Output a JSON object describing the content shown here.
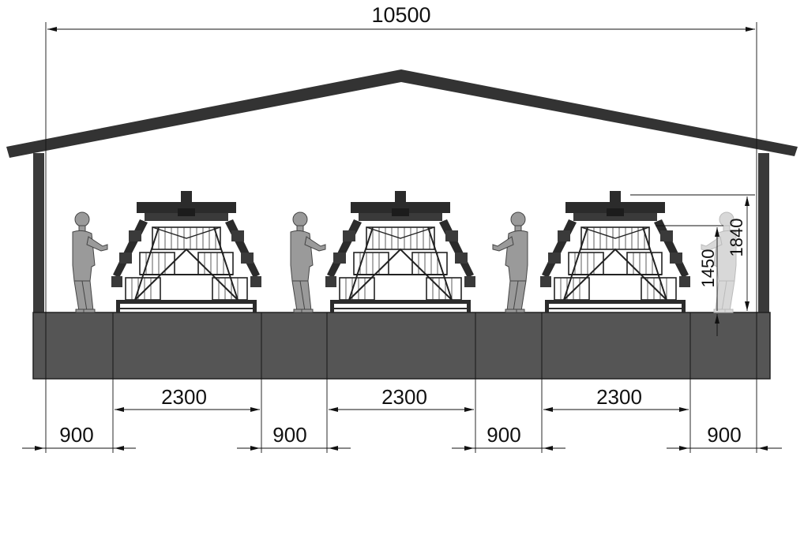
{
  "dimensions": {
    "total_width": "10500",
    "cage_width": "2300",
    "aisle_width": "900",
    "cage_height_lower": "1450",
    "cage_height_total": "1840"
  },
  "colors": {
    "line": "#111111",
    "roof": "#333333",
    "floor": "#555555",
    "cage_dark": "#2b2b2b",
    "person": "#9a9a9a",
    "person_faded": "#d8d8d8",
    "background": "#ffffff"
  }
}
